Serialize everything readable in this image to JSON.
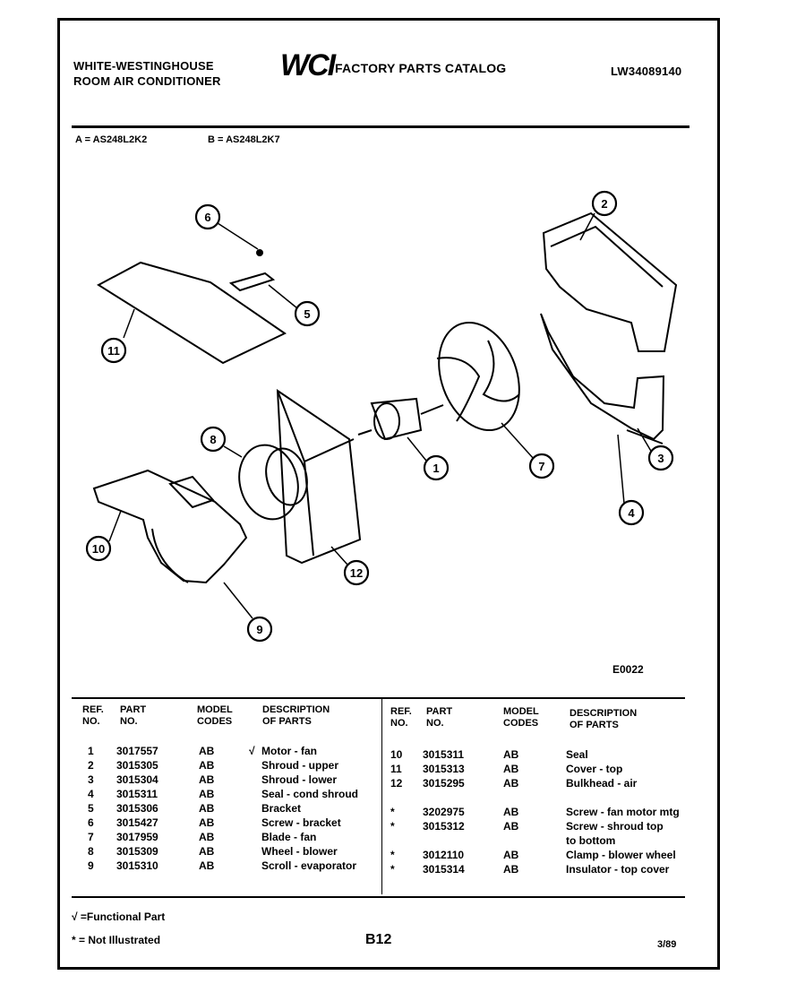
{
  "header": {
    "brand_line1": "WHITE-WESTINGHOUSE",
    "brand_line2": "ROOM AIR CONDITIONER",
    "logo": "WCI",
    "catalog_title": "FACTORY PARTS CATALOG",
    "catalog_number": "LW34089140"
  },
  "models": {
    "a": "A = AS248L2K2",
    "b": "B = AS248L2K7"
  },
  "diagram": {
    "code": "E0022",
    "callouts": [
      "1",
      "2",
      "3",
      "4",
      "5",
      "6",
      "7",
      "8",
      "9",
      "10",
      "11",
      "12"
    ]
  },
  "table": {
    "headers": {
      "ref": "REF.\nNO.",
      "part": "PART\nNO.",
      "model": "MODEL\nCODES",
      "desc": "DESCRIPTION\nOF PARTS"
    },
    "left": {
      "ref": "1\n2\n3\n4\n5\n6\n7\n8\n9",
      "part": "3017557\n3015305\n3015304\n3015311\n3015306\n3015427\n3017959\n3015309\n3015310",
      "model": "AB\nAB\nAB\nAB\nAB\nAB\nAB\nAB\nAB",
      "func": "√",
      "desc": "Motor - fan\nShroud - upper\nShroud - lower\nSeal - cond shroud\nBracket\nScrew - bracket\nBlade - fan\nWheel - blower\nScroll - evaporator"
    },
    "right": {
      "ref": "10\n11\n12\n\n*\n*\n\n*\n*",
      "part": "3015311\n3015313\n3015295\n\n3202975\n3015312\n\n3012110\n3015314",
      "model": "AB\nAB\nAB\n\nAB\nAB\n\nAB\nAB",
      "desc": "Seal\nCover - top\nBulkhead - air\n\nScrew - fan motor mtg\nScrew - shroud top\nto bottom\nClamp - blower wheel\nInsulator - top cover"
    }
  },
  "footer": {
    "legend_functional": "√ =Functional Part",
    "legend_not_illustrated": "* = Not Illustrated",
    "page": "B12",
    "date": "3/89"
  }
}
